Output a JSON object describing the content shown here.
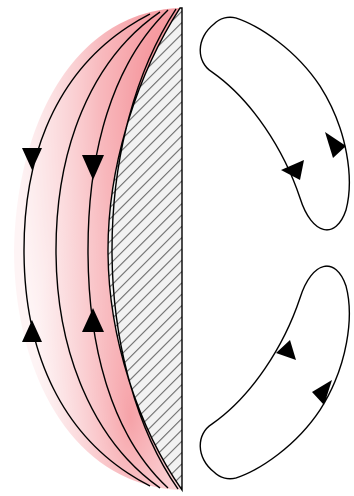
{
  "colors": {
    "background": "#ffffff",
    "line": "#000000",
    "glow": "#f05a64",
    "hatch": "#6e6e6e",
    "arrowhead": "#000000"
  },
  "diagram": {
    "left_field_lines": 4,
    "right_loops": 2,
    "arrow_count": 8,
    "icons": [
      "arrowhead-down",
      "arrowhead-up",
      "arrowhead-left",
      "arrowhead-right"
    ]
  }
}
